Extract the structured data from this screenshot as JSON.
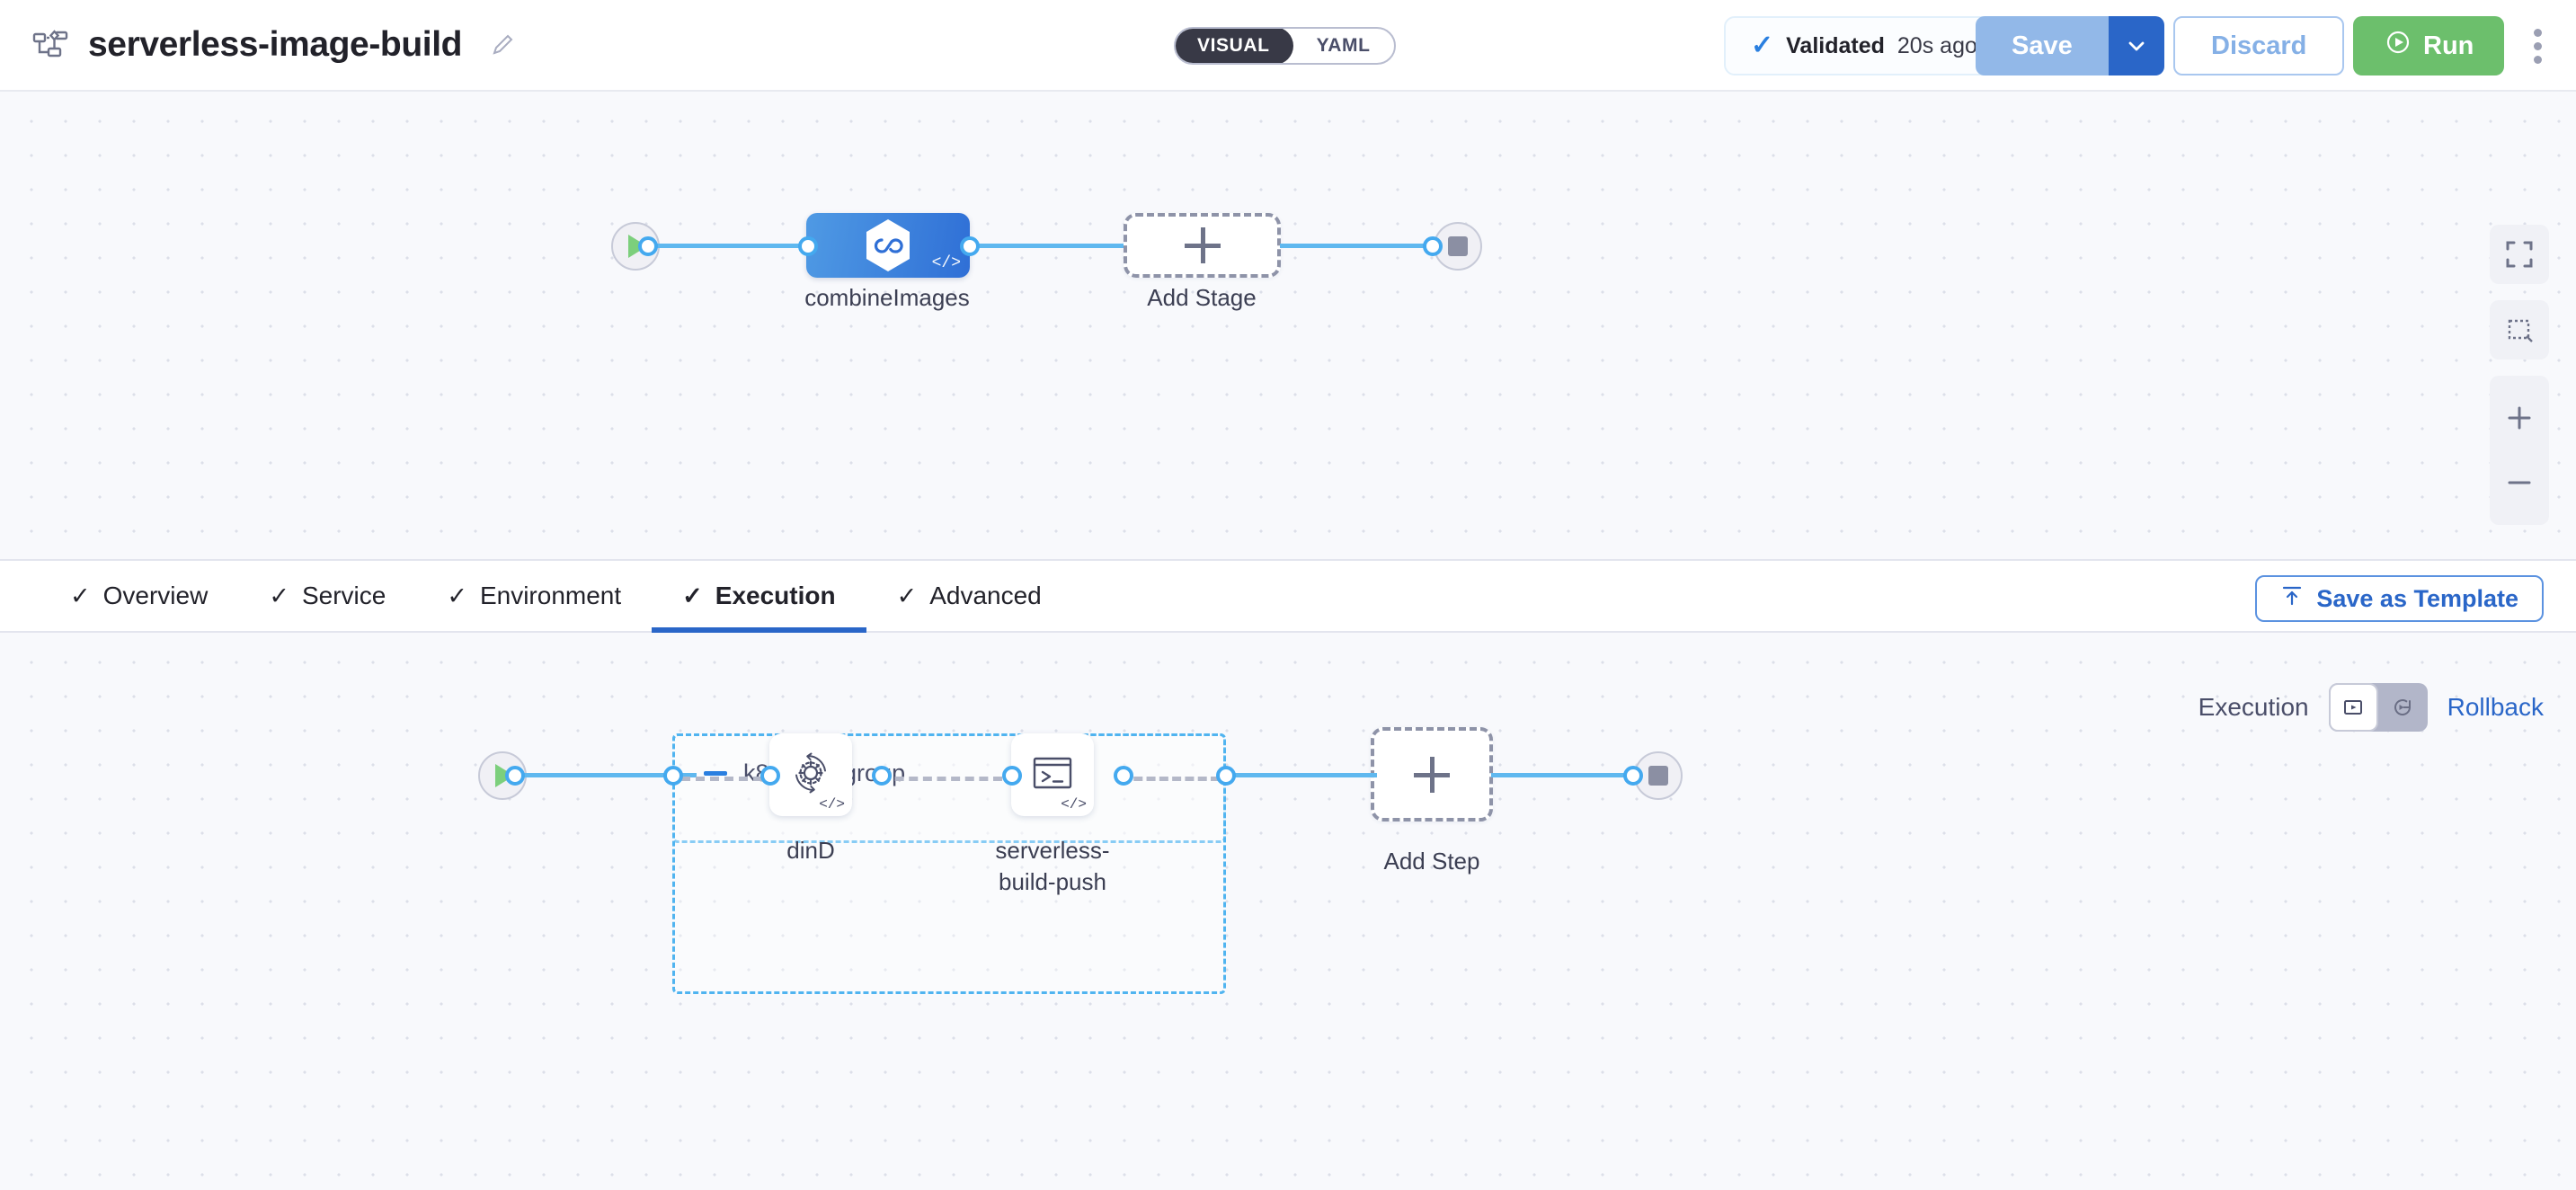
{
  "header": {
    "pipeline_icon": "pipeline-diagram-icon",
    "title": "serverless-image-build",
    "edit_icon": "pencil-icon",
    "mode_toggle": {
      "visual": "VISUAL",
      "yaml": "YAML",
      "active": "VISUAL"
    },
    "validated": {
      "icon": "check-icon",
      "label": "Validated",
      "time": "20s ago"
    },
    "save_label": "Save",
    "save_caret_icon": "chevron-down-icon",
    "discard_label": "Discard",
    "run_label": "Run",
    "run_icon": "play-circle-icon",
    "more_icon": "kebab-menu-icon"
  },
  "stage_canvas": {
    "start_node": {
      "icon": "play-icon",
      "name": "pipeline-start"
    },
    "end_node": {
      "icon": "stop-icon",
      "name": "pipeline-end"
    },
    "stages": [
      {
        "label": "combineImages",
        "icon": "harness-cd-hexagon-icon",
        "badge": "</>"
      }
    ],
    "add_stage": {
      "label": "Add Stage",
      "icon": "plus-icon"
    },
    "tools": [
      {
        "name": "fullscreen-icon"
      },
      {
        "name": "selection-box-icon"
      },
      {
        "name": "zoom-in-icon"
      },
      {
        "name": "zoom-out-icon"
      }
    ]
  },
  "tabbar": {
    "tabs": [
      {
        "label": "Overview",
        "tick": "✓",
        "active": false
      },
      {
        "label": "Service",
        "tick": "✓",
        "active": false
      },
      {
        "label": "Environment",
        "tick": "✓",
        "active": false
      },
      {
        "label": "Execution",
        "tick": "✓",
        "active": true
      },
      {
        "label": "Advanced",
        "tick": "✓",
        "active": false
      }
    ],
    "save_as_template": {
      "label": "Save as Template",
      "icon": "template-upload-icon"
    }
  },
  "execution_canvas": {
    "mode": {
      "execution_label": "Execution",
      "rollback_label": "Rollback",
      "selected": "Execution",
      "execution_icon": "execution-play-box-icon",
      "rollback_icon": "rollback-rotate-icon"
    },
    "start_node": {
      "icon": "play-icon",
      "name": "execution-start"
    },
    "end_node": {
      "icon": "stop-icon",
      "name": "execution-end"
    },
    "step_group": {
      "title": "k8s-step-group",
      "collapse_icon": "collapse-dash-icon",
      "steps": [
        {
          "label": "dinD",
          "icon": "gear-rotate-icon",
          "badge": "</>"
        },
        {
          "label": "serverless-\nbuild-push",
          "label_line1": "serverless-",
          "label_line2": "build-push",
          "icon": "terminal-icon",
          "badge": "</>"
        }
      ]
    },
    "add_step": {
      "label": "Add Step",
      "icon": "plus-icon"
    }
  },
  "colors": {
    "accent_blue": "#2a66c8",
    "link_blue": "#5fb8ef",
    "run_green": "#6cbf6c",
    "canvas_bg": "#f8f9fc",
    "group_dashed": "#50b4f0",
    "save_disabled": "#92b8e8"
  }
}
